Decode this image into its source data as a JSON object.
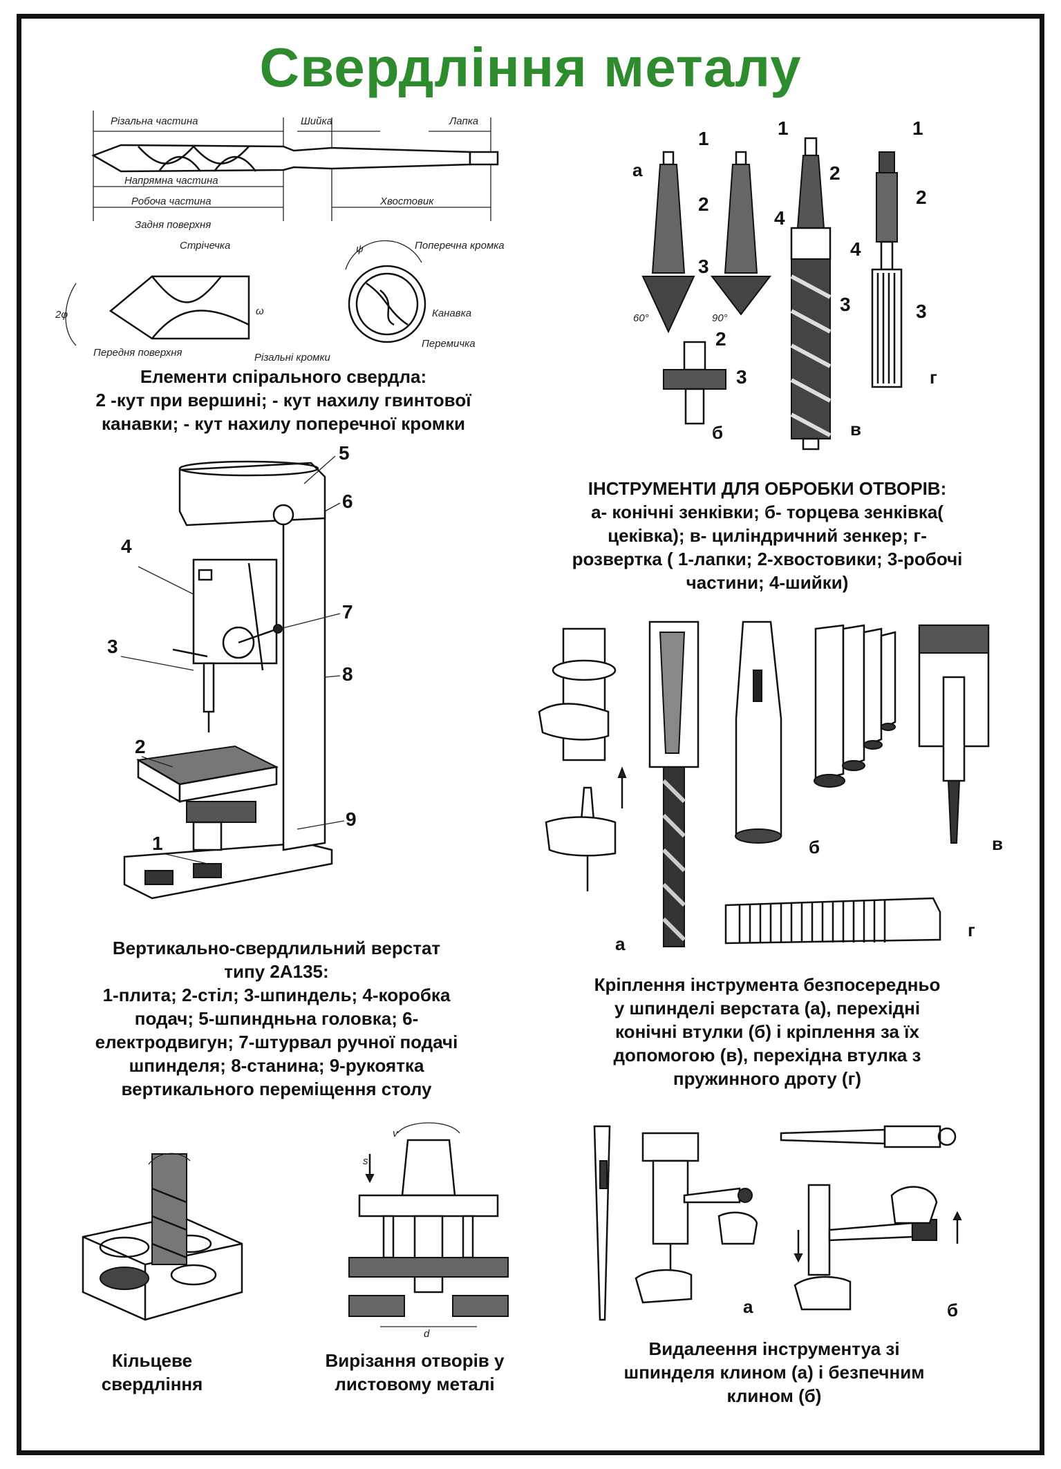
{
  "title": "Свердління металу",
  "drill_figure": {
    "labels": {
      "cutting_part": "Різальна частина",
      "neck": "Шийка",
      "tang": "Лапка",
      "guide_part": "Напрямна частина",
      "working_part": "Робоча частина",
      "shank": "Хвостовик",
      "back_surface": "Задня поверхня",
      "margin": "Стрічечка",
      "transverse_edge": "Поперечна кромка",
      "groove": "Канавка",
      "front_surface": "Передня поверхня",
      "cutting_edges": "Різальні кромки",
      "bridge": "Перемичка",
      "angle_2phi": "2φ",
      "angle_omega": "ω",
      "angle_psi": "ψ"
    },
    "caption": [
      "Елементи спірального свердла:",
      "2 -кут при вершині;   - кут нахилу гвинтової",
      "канавки;   - кут нахилу поперечної кромки"
    ]
  },
  "tools_figure": {
    "numbers": [
      "1",
      "2",
      "3",
      "4"
    ],
    "letters": [
      "а",
      "б",
      "в",
      "г"
    ],
    "angles": [
      "60°",
      "90°"
    ],
    "caption": [
      "ІНСТРУМЕНТИ ДЛЯ ОБРОБКИ ОТВОРІВ:",
      "а- конічні зенківки; б- торцева зенківка(",
      "цеківка); в- циліндричний зенкер; г-",
      "розвертка ( 1-лапки; 2-хвостовики; 3-робочі",
      "частини; 4-шийки)"
    ]
  },
  "machine_figure": {
    "numbers": [
      "1",
      "2",
      "3",
      "4",
      "5",
      "6",
      "7",
      "8",
      "9"
    ],
    "caption": [
      "Вертикально-свердлильний верстат",
      "типу 2А135:",
      "1-плита; 2-стіл; 3-шпиндель; 4-коробка",
      "подач; 5-шпиндньна головка; 6-",
      "електродвигун; 7-штурвал ручної подачі",
      "шпинделя; 8-станина; 9-рукоятка",
      "вертикального переміщення столу"
    ]
  },
  "mounting_figure": {
    "letters": [
      "а",
      "б",
      "в",
      "г"
    ],
    "caption": [
      "Кріплення інструмента безпосередньо",
      "у шпинделі верстата (а), перехідні",
      "конічні втулки (б) і кріплення за їх",
      "допомогою (в), перехідна втулка з",
      "пружинного дроту (г)"
    ]
  },
  "ring_figure": {
    "caption": [
      "Кільцеве",
      "свердління"
    ]
  },
  "sheet_figure": {
    "labels": {
      "v": "v",
      "s": "s",
      "d": "d"
    },
    "caption": [
      "Вирізання отворів у",
      "листовому металі"
    ]
  },
  "removal_figure": {
    "letters": [
      "а",
      "б"
    ],
    "caption": [
      "Видалеення інструментуа зі",
      "шпинделя клином (а) і безпечним",
      "клином (б)"
    ]
  }
}
